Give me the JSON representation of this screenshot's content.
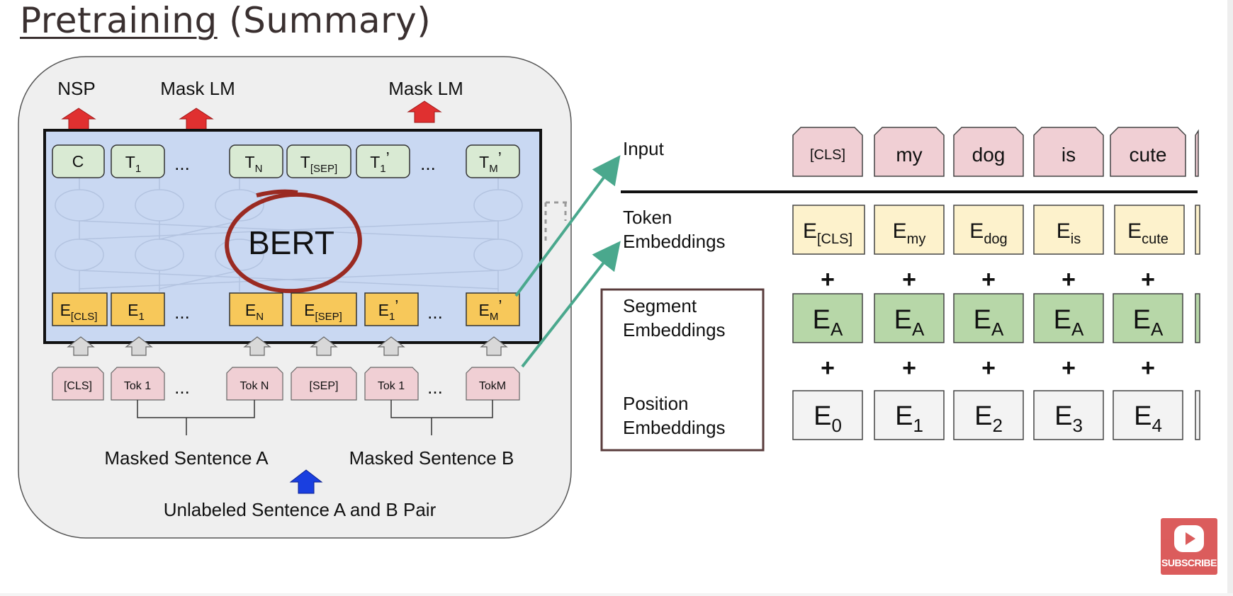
{
  "slide": {
    "title_underlined": "Pretraining",
    "title_rest": " (Summary)"
  },
  "left": {
    "outputs": [
      "NSP",
      "Mask LM",
      "Mask LM"
    ],
    "bert_label": "BERT",
    "top_row": [
      {
        "main": "C",
        "sub": ""
      },
      {
        "main": "T",
        "sub": "1"
      },
      {
        "main": "T",
        "sub": "N"
      },
      {
        "main": "T",
        "sub": "[SEP]"
      },
      {
        "main": "T",
        "sub": "1",
        "prime": "’"
      },
      {
        "main": "T",
        "sub": "M",
        "prime": "’"
      }
    ],
    "emb_row": [
      {
        "main": "E",
        "sub": "[CLS]"
      },
      {
        "main": "E",
        "sub": "1"
      },
      {
        "main": "E",
        "sub": "N"
      },
      {
        "main": "E",
        "sub": "[SEP]"
      },
      {
        "main": "E",
        "sub": "1",
        "prime": "’"
      },
      {
        "main": "E",
        "sub": "M",
        "prime": "’"
      }
    ],
    "tokens": [
      "[CLS]",
      "Tok 1",
      "Tok N",
      "[SEP]",
      "Tok 1",
      "TokM"
    ],
    "ellipsis": "...",
    "sentence_a": "Masked Sentence A",
    "sentence_b": "Masked Sentence B",
    "pair_label": "Unlabeled Sentence A and B Pair"
  },
  "right": {
    "row_labels": {
      "input": "Input",
      "token": [
        "Token",
        "Embeddings"
      ],
      "segment": [
        "Segment",
        "Embeddings"
      ],
      "position": [
        "Position",
        "Embeddings"
      ]
    },
    "input_tokens": [
      "[CLS]",
      "my",
      "dog",
      "is",
      "cute"
    ],
    "token_emb": [
      {
        "main": "E",
        "sub": "[CLS]"
      },
      {
        "main": "E",
        "sub": "my"
      },
      {
        "main": "E",
        "sub": "dog"
      },
      {
        "main": "E",
        "sub": "is"
      },
      {
        "main": "E",
        "sub": "cute"
      }
    ],
    "segment_emb": [
      {
        "main": "E",
        "sub": "A"
      },
      {
        "main": "E",
        "sub": "A"
      },
      {
        "main": "E",
        "sub": "A"
      },
      {
        "main": "E",
        "sub": "A"
      },
      {
        "main": "E",
        "sub": "A"
      }
    ],
    "position_emb": [
      {
        "main": "E",
        "sub": "0"
      },
      {
        "main": "E",
        "sub": "1"
      },
      {
        "main": "E",
        "sub": "2"
      },
      {
        "main": "E",
        "sub": "3"
      },
      {
        "main": "E",
        "sub": "4"
      }
    ],
    "plus": "+"
  },
  "overlay": {
    "subscribe": "SUBSCRIBE"
  },
  "colors": {
    "bert_fill": "#c9d8f2",
    "token_pink": "#f0cfd4",
    "output_green": "#d9ead3",
    "emb_yellow": "#f7c85a",
    "tok_emb_yellow": "#fdf2cc",
    "seg_green": "#b7d7a8",
    "pos_gray": "#f3f3f3",
    "arrow_red": "#e03030",
    "arrow_blue": "#1a3fe0",
    "teal": "#4aa88d",
    "circle": "#9a2a22"
  }
}
